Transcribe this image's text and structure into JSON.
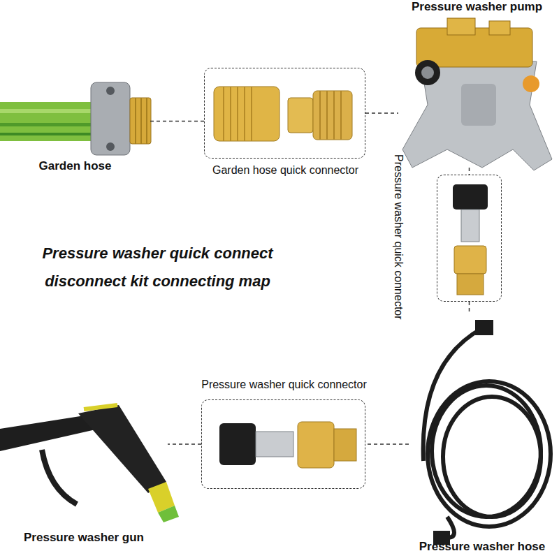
{
  "diagram": {
    "title": "Pressure washer quick connect disconnect kit connecting map",
    "nodes": [
      {
        "text": [
          "Garden hose"
        ]
      },
      {
        "text": [
          "Garden hose quick connector"
        ]
      },
      {
        "text": [
          "Pressure washer pump"
        ]
      },
      {
        "text": [
          "Pressure washer quick connector"
        ]
      },
      {
        "text": [
          "Pressure washer gun"
        ]
      },
      {
        "text": [
          "Pressure washer quick connector"
        ]
      },
      {
        "text": [
          "Pressure washer hose"
        ]
      }
    ],
    "edges": [
      {
        "from": 0,
        "to": 1,
        "arrow": "none"
      },
      {
        "from": 1,
        "to": 2,
        "arrow": "none"
      },
      {
        "from": 2,
        "to": 3,
        "arrow": "none"
      },
      {
        "from": 3,
        "to": 6,
        "arrow": "none"
      },
      {
        "from": 6,
        "to": 5,
        "arrow": "none"
      },
      {
        "from": 5,
        "to": 4,
        "arrow": "none"
      }
    ]
  }
}
